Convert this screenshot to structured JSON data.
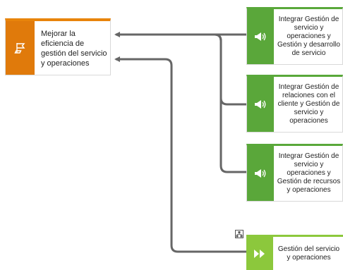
{
  "goal": {
    "text": "Mejorar la eficiencia de gestión del servicio y operaciones",
    "icon": "flag-icon",
    "color": "#e07a0b"
  },
  "initiatives": [
    {
      "text": "Integrar  Gestión de\nservicio y\noperaciones y\nGestión y desarrollo\nde servicio",
      "icon": "megaphone-icon"
    },
    {
      "text": "Integrar Gestión de\nrelaciones con el\ncliente y Gestión de\nservicio y\noperaciones",
      "icon": "megaphone-icon"
    },
    {
      "text": "Integrar Gestión de\nservicio y\noperaciones y\nGestión de recursos\ny operaciones",
      "icon": "megaphone-icon"
    }
  ],
  "outcome": {
    "text": "Gestión del servicio\ny operaciones",
    "icon": "fast-forward-icon",
    "color": "#8cc83c"
  },
  "colors": {
    "initiative": "#5aa73a",
    "connector": "#666666"
  },
  "hierarchy_icon": "hierarchy-icon"
}
